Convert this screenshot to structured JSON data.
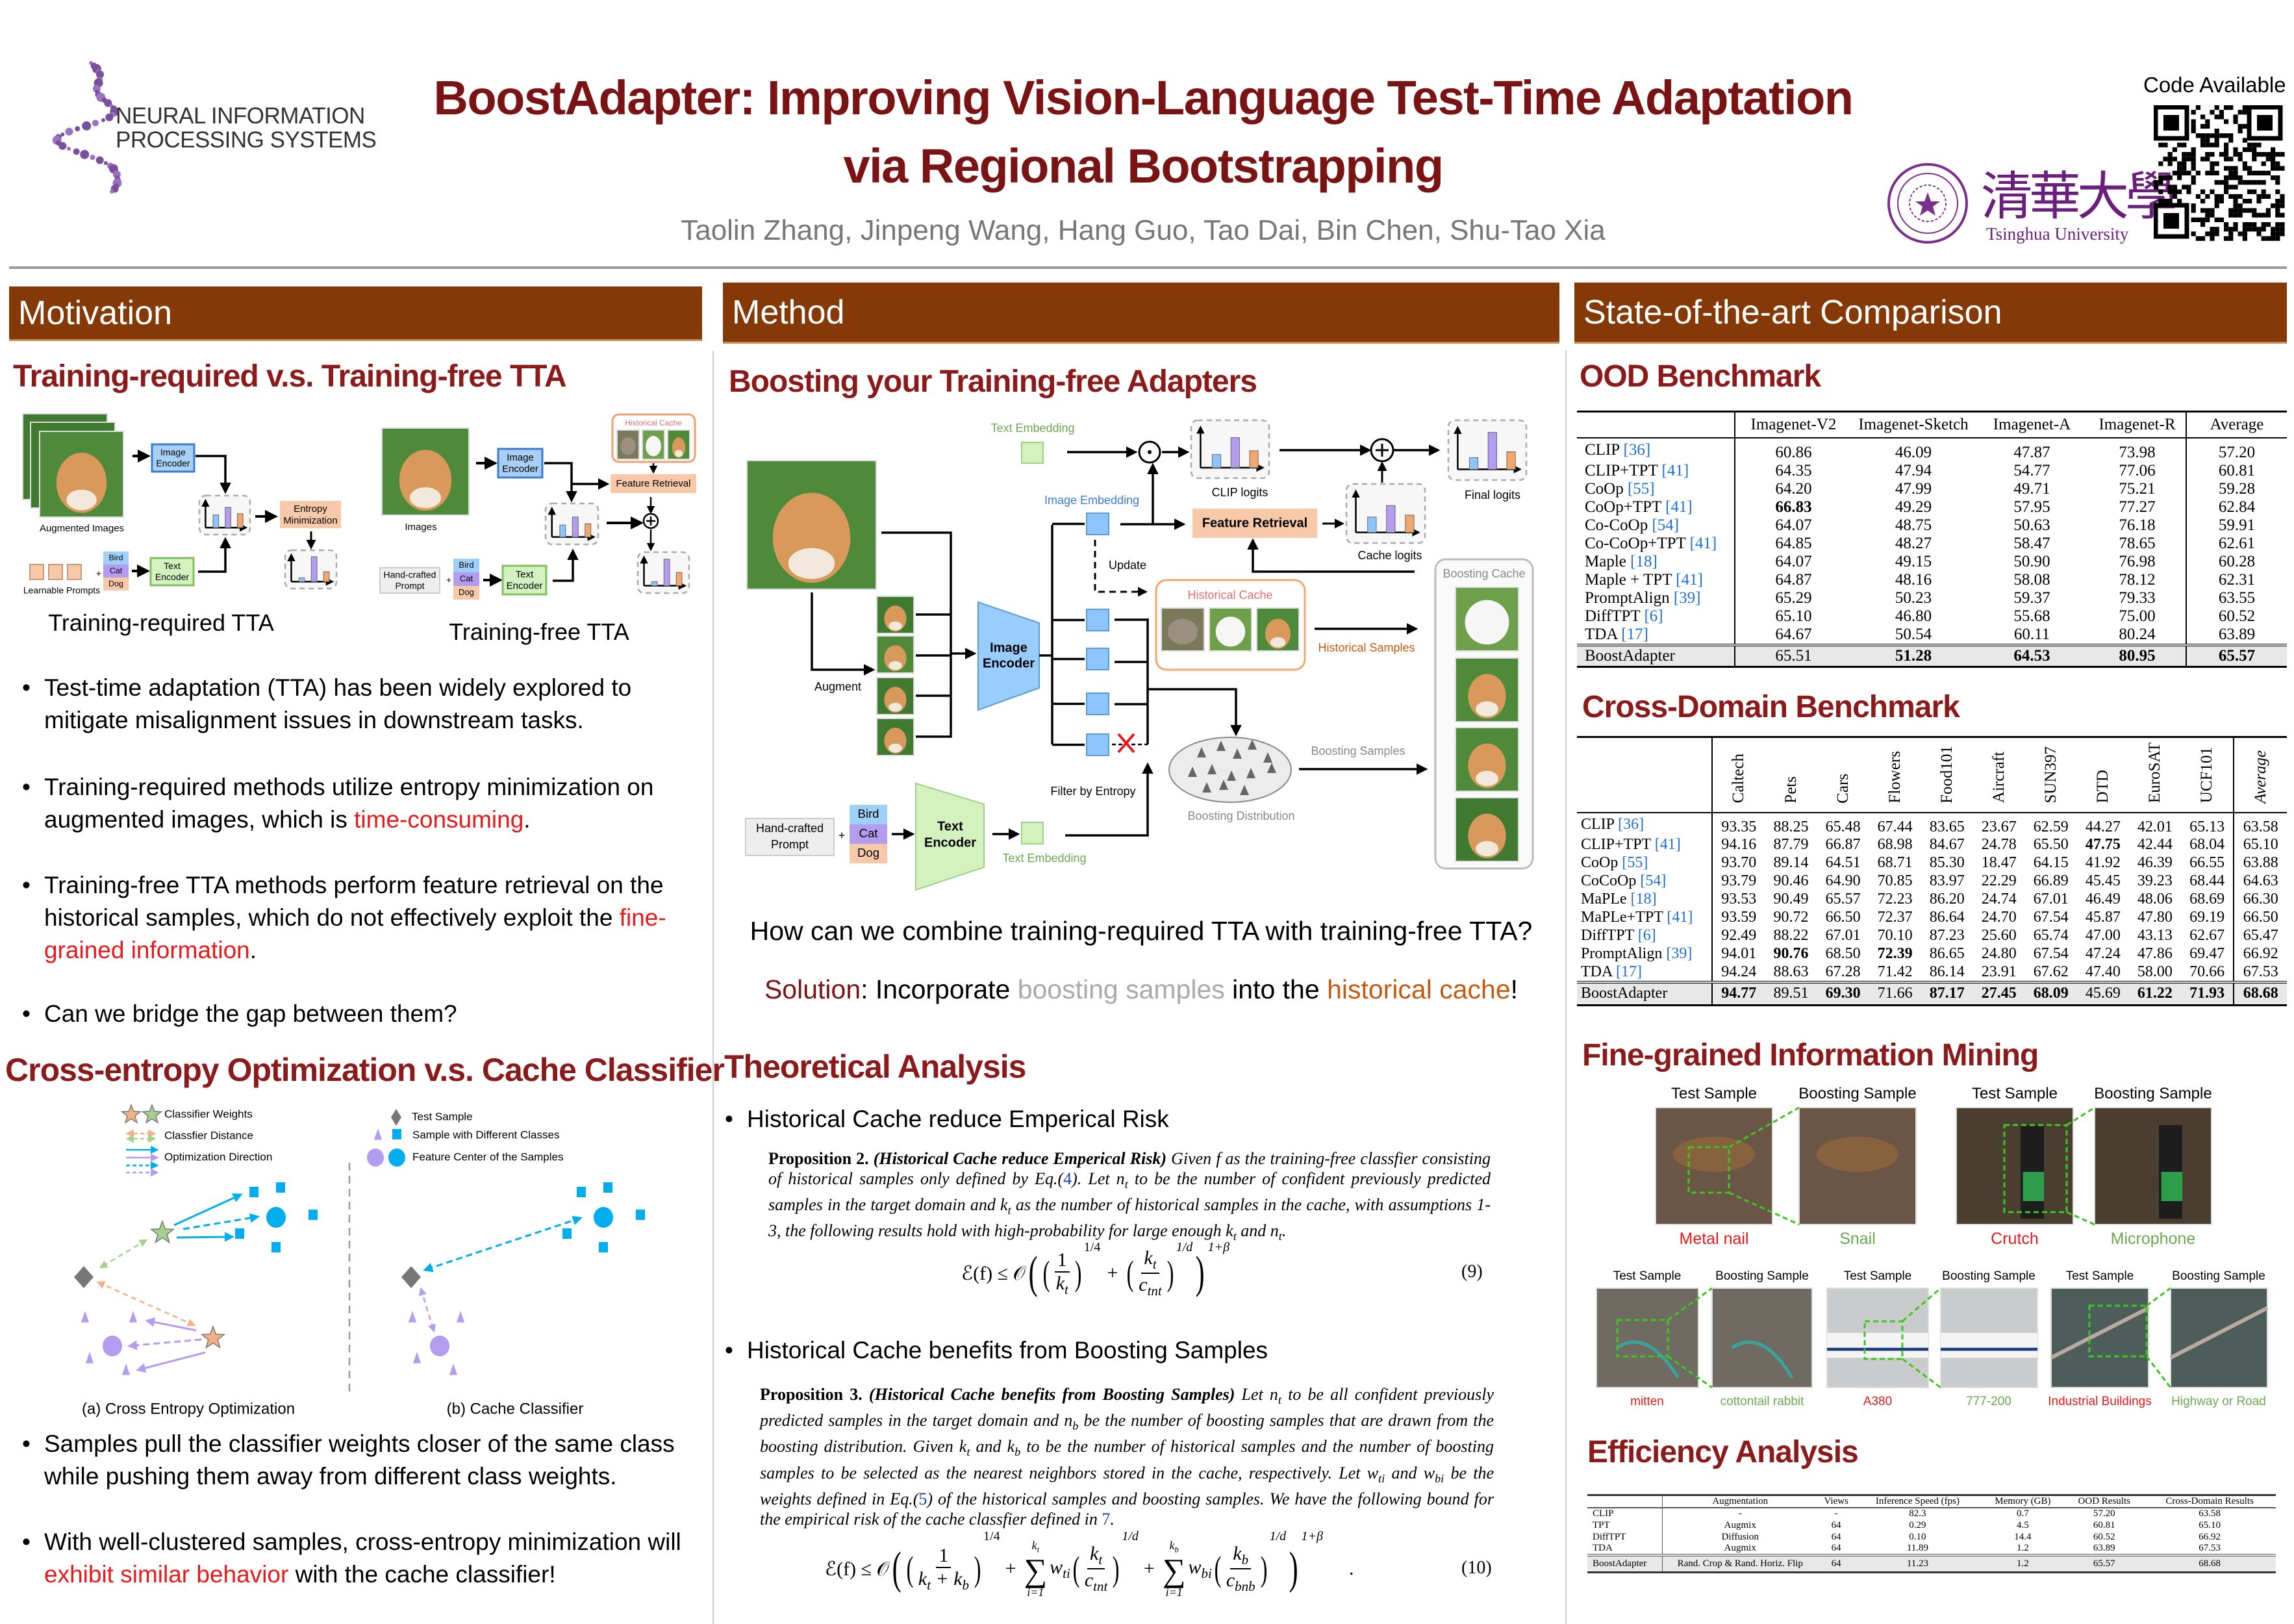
{
  "header": {
    "title_line1": "BoostAdapter: Improving Vision-Language Test-Time Adaptation",
    "title_line2": "via Regional Bootstrapping",
    "authors": "Taolin Zhang, Jinpeng Wang, Hang Guo, Tao Dai, Bin Chen, Shu-Tao Xia",
    "conference_logo": [
      "NEURAL INFORMATION",
      "PROCESSING SYSTEMS"
    ],
    "university_logo": {
      "chinese": "清華大學",
      "english": "Tsinghua University"
    },
    "code_label": "Code Available"
  },
  "colors": {
    "section_bar": "#843907",
    "subtitle": "#8b1a1a",
    "title": "#7a1414",
    "highlight_red": "#e8191b",
    "highlight_orange": "#c55a11",
    "highlight_gray": "#a9a9a9",
    "positive_green": "#6aa84f"
  },
  "motivation": {
    "header": "Motivation",
    "subtitle1": "Training-required v.s. Training-free TTA",
    "fig1": {
      "augmented_images": "Augmented Images",
      "image": "Image",
      "encoder": "Encoder",
      "text": "Text",
      "entropy": "Entropy",
      "minimization": "Minimization",
      "learnable_prompts": "Learnable Prompts",
      "plus": "+",
      "classes": [
        "Bird",
        "Cat",
        "Dog"
      ],
      "images": "Images",
      "historical_cache": "Historical Cache",
      "feature_retrieval": "Feature Retrieval",
      "hand_crafted": "Hand-crafted",
      "prompt": "Prompt",
      "caption_left": "Training-required TTA",
      "caption_right": "Training-free TTA"
    },
    "bullets1": [
      {
        "parts": [
          "Test-time adaptation (TTA) has been widely explored to mitigate misalignment issues in downstream tasks."
        ]
      },
      {
        "parts": [
          "Training-required methods utilize entropy minimization on augmented images, which is ",
          "time-consuming",
          "."
        ]
      },
      {
        "parts": [
          "Training-free TTA methods perform feature retrieval on the historical samples, which do not effectively exploit the ",
          "fine-grained information",
          "."
        ]
      },
      {
        "parts": [
          "Can we bridge the gap between them?"
        ]
      }
    ],
    "subtitle2": "Cross-entropy Optimization v.s. Cache Classifier",
    "fig2": {
      "legend_left": [
        "Classifier Weights",
        "Classfier Distance",
        "Optimization Direction"
      ],
      "legend_right": [
        "Test Sample",
        "Sample with Different Classes",
        "Feature Center of the Samples"
      ],
      "caption_a": "(a) Cross Entropy Optimization",
      "caption_b": "(b) Cache Classifier"
    },
    "bullets2": [
      {
        "parts": [
          "Samples pull the classifier weights closer of the same class while pushing them away from different class weights."
        ]
      },
      {
        "parts": [
          "With well-clustered samples, cross-entropy minimization will ",
          "exhibit similar behavior",
          " with the cache classifier!"
        ]
      }
    ]
  },
  "method": {
    "header": "Method",
    "subtitle": "Boosting your Training-free Adapters",
    "diagram": {
      "text_embedding": "Text Embedding",
      "image_embedding": "Image Embedding",
      "clip_logits": "CLIP logits",
      "final_logits": "Final logits",
      "cache_logits": "Cache logits",
      "feature_retrieval": "Feature Retrieval",
      "update": "Update",
      "historical_cache": "Historical Cache",
      "historical_samples": "Historical Samples",
      "boosting_cache": "Boosting Cache",
      "augment": "Augment",
      "image_encoder": [
        "Image",
        "Encoder"
      ],
      "text_encoder": [
        "Text",
        "Encoder"
      ],
      "filter_by_entropy": "Filter by Entropy",
      "boosting_samples": "Boosting Samples",
      "boosting_distribution": "Boosting Distribution",
      "hand_crafted": "Hand-crafted",
      "prompt": "Prompt",
      "plus": "+",
      "classes": [
        "Bird",
        "Cat",
        "Dog"
      ]
    },
    "question": "How can we combine training-required TTA with training-free TTA?",
    "solution": [
      "Solution",
      ": Incorporate ",
      "boosting samples",
      " into the ",
      "historical cache",
      "!"
    ],
    "theory": {
      "subtitle": "Theoretical Analysis",
      "bullet1": "Historical Cache reduce Emperical Risk",
      "prop2": [
        "Proposition 2.",
        "(Historical Cache reduce Emperical Risk)",
        " Given f as the training-free classfier consisting of historical samples only defined by Eq.(",
        "4",
        "). Let n_t to be the number of confident previously predicted samples in the target domain and k_t as the number of historical samples in the cache, with assumptions 1-3, the following results hold with high-probability for large enough k_t and n_t."
      ],
      "eq9": {
        "lhs": "ℰ(f) ≤ 𝒪",
        "one": "1",
        "kt": "k_t",
        "e1": "1/4",
        "plus": "+",
        "ctnt": "c_tn_t",
        "e2": "1/d",
        "e3": "1+β",
        "number": "(9)"
      },
      "bullet2": "Historical Cache benefits from Boosting Samples",
      "prop3": [
        "Proposition 3.",
        "(Historical Cache benefits from Boosting Samples)",
        " Let n_t to be all confident previously predicted samples in the target domain and n_b be the number of boosting samples that are drawn from the boosting distribution. Given k_t and k_b to be the number of historical samples and the number of boosting samples to be selected as the nearest neighbors stored in the cache, respectively. Let w_ti and w_bi be the weights defined in Eq.(",
        "5",
        ") of the historical samples and boosting samples. We have the following bound for the empirical risk of the cache classfier defined in ",
        "7",
        "."
      ],
      "eq10": {
        "lhs": "ℰ(f) ≤ 𝒪",
        "one": "1",
        "ktkb": "k_t + k_b",
        "e1": "1/4",
        "plus": "+",
        "sum_top1": "k_t",
        "sum_sym": "∑",
        "sum_bot": "i=1",
        "wti": "w_ti",
        "kt": "k_t",
        "ctnt": "c_tn_t",
        "e2": "1/d",
        "sum_top2": "k_b",
        "wbi": "w_bi",
        "kb": "k_b",
        "cbnb": "c_bn_b",
        "e3": "1/d",
        "e4": "1+β",
        "dot": ".",
        "number": "(10)"
      }
    }
  },
  "sota": {
    "header": "State-of-the-art Comparison",
    "ood": {
      "title": "OOD Benchmark",
      "columns": [
        "",
        "Imagenet-V2",
        "Imagenet-Sketch",
        "Imagenet-A",
        "Imagenet-R",
        "Average"
      ],
      "rows": [
        {
          "name": "CLIP",
          "ref": "[36]",
          "values": [
            "60.86",
            "46.09",
            "47.87",
            "73.98",
            "57.20"
          ],
          "bold": []
        },
        {
          "name": "CLIP+TPT",
          "ref": "[41]",
          "values": [
            "64.35",
            "47.94",
            "54.77",
            "77.06",
            "60.81"
          ],
          "bold": []
        },
        {
          "name": "CoOp",
          "ref": "[55]",
          "values": [
            "64.20",
            "47.99",
            "49.71",
            "75.21",
            "59.28"
          ],
          "bold": []
        },
        {
          "name": "CoOp+TPT",
          "ref": "[41]",
          "values": [
            "66.83",
            "49.29",
            "57.95",
            "77.27",
            "62.84"
          ],
          "bold": [
            0
          ]
        },
        {
          "name": "Co-CoOp",
          "ref": "[54]",
          "values": [
            "64.07",
            "48.75",
            "50.63",
            "76.18",
            "59.91"
          ],
          "bold": []
        },
        {
          "name": "Co-CoOp+TPT",
          "ref": "[41]",
          "values": [
            "64.85",
            "48.27",
            "58.47",
            "78.65",
            "62.61"
          ],
          "bold": []
        },
        {
          "name": "Maple",
          "ref": "[18]",
          "values": [
            "64.07",
            "49.15",
            "50.90",
            "76.98",
            "60.28"
          ],
          "bold": []
        },
        {
          "name": "Maple + TPT",
          "ref": "[41]",
          "values": [
            "64.87",
            "48.16",
            "58.08",
            "78.12",
            "62.31"
          ],
          "bold": []
        },
        {
          "name": "PromptAlign",
          "ref": "[39]",
          "values": [
            "65.29",
            "50.23",
            "59.37",
            "79.33",
            "63.55"
          ],
          "bold": []
        },
        {
          "name": "DiffTPT",
          "ref": "[6]",
          "values": [
            "65.10",
            "46.80",
            "55.68",
            "75.00",
            "60.52"
          ],
          "bold": []
        },
        {
          "name": "TDA",
          "ref": "[17]",
          "values": [
            "64.67",
            "50.54",
            "60.11",
            "80.24",
            "63.89"
          ],
          "bold": []
        }
      ],
      "ours": {
        "name": "BoostAdapter",
        "values": [
          "65.51",
          "51.28",
          "64.53",
          "80.95",
          "65.57"
        ],
        "bold": [
          1,
          2,
          3,
          4
        ]
      }
    },
    "cross": {
      "title": "Cross-Domain Benchmark",
      "columns": [
        "Caltech",
        "Pets",
        "Cars",
        "Flowers",
        "Food101",
        "Aircraft",
        "SUN397",
        "DTD",
        "EuroSAT",
        "UCF101",
        "Average"
      ],
      "rows": [
        {
          "name": "CLIP",
          "ref": "[36]",
          "values": [
            "93.35",
            "88.25",
            "65.48",
            "67.44",
            "83.65",
            "23.67",
            "62.59",
            "44.27",
            "42.01",
            "65.13",
            "63.58"
          ],
          "bold": []
        },
        {
          "name": "CLIP+TPT",
          "ref": "[41]",
          "values": [
            "94.16",
            "87.79",
            "66.87",
            "68.98",
            "84.67",
            "24.78",
            "65.50",
            "47.75",
            "42.44",
            "68.04",
            "65.10"
          ],
          "bold": [
            7
          ]
        },
        {
          "name": "CoOp",
          "ref": "[55]",
          "values": [
            "93.70",
            "89.14",
            "64.51",
            "68.71",
            "85.30",
            "18.47",
            "64.15",
            "41.92",
            "46.39",
            "66.55",
            "63.88"
          ],
          "bold": []
        },
        {
          "name": "CoCoOp",
          "ref": "[54]",
          "values": [
            "93.79",
            "90.46",
            "64.90",
            "70.85",
            "83.97",
            "22.29",
            "66.89",
            "45.45",
            "39.23",
            "68.44",
            "64.63"
          ],
          "bold": []
        },
        {
          "name": "MaPLe",
          "ref": "[18]",
          "values": [
            "93.53",
            "90.49",
            "65.57",
            "72.23",
            "86.20",
            "24.74",
            "67.01",
            "46.49",
            "48.06",
            "68.69",
            "66.30"
          ],
          "bold": []
        },
        {
          "name": "MaPLe+TPT",
          "ref": "[41]",
          "values": [
            "93.59",
            "90.72",
            "66.50",
            "72.37",
            "86.64",
            "24.70",
            "67.54",
            "45.87",
            "47.80",
            "69.19",
            "66.50"
          ],
          "bold": []
        },
        {
          "name": "DiffTPT",
          "ref": "[6]",
          "values": [
            "92.49",
            "88.22",
            "67.01",
            "70.10",
            "87.23",
            "25.60",
            "65.74",
            "47.00",
            "43.13",
            "62.67",
            "65.47"
          ],
          "bold": []
        },
        {
          "name": "PromptAlign",
          "ref": "[39]",
          "values": [
            "94.01",
            "90.76",
            "68.50",
            "72.39",
            "86.65",
            "24.80",
            "67.54",
            "47.24",
            "47.86",
            "69.47",
            "66.92"
          ],
          "bold": [
            1,
            3
          ]
        },
        {
          "name": "TDA",
          "ref": "[17]",
          "values": [
            "94.24",
            "88.63",
            "67.28",
            "71.42",
            "86.14",
            "23.91",
            "67.62",
            "47.40",
            "58.00",
            "70.66",
            "67.53"
          ],
          "bold": []
        }
      ],
      "ours": {
        "name": "BoostAdapter",
        "values": [
          "94.77",
          "89.51",
          "69.30",
          "71.66",
          "87.17",
          "27.45",
          "68.09",
          "45.69",
          "61.22",
          "71.93",
          "68.68"
        ],
        "bold": [
          0,
          2,
          4,
          5,
          6,
          8,
          9,
          10
        ]
      }
    },
    "finegrained": {
      "title": "Fine-grained Information Mining",
      "test_label": "Test Sample",
      "boost_label": "Boosting Sample",
      "pairs": [
        {
          "test": "Metal nail",
          "boost": "Snail"
        },
        {
          "test": "Crutch",
          "boost": "Microphone"
        },
        {
          "test": "mitten",
          "boost": "cottontail rabbit"
        },
        {
          "test": "A380",
          "boost": "777-200"
        },
        {
          "test": "Industrial Buildings",
          "boost": "Highway or Road"
        }
      ]
    },
    "efficiency": {
      "title": "Efficiency Analysis",
      "columns": [
        "",
        "Augmentation",
        "Views",
        "Inference Speed (fps)",
        "Memory (GB)",
        "OOD Results",
        "Cross-Domain Results"
      ],
      "rows": [
        [
          "CLIP",
          "-",
          "-",
          "82.3",
          "0.7",
          "57.20",
          "63.58"
        ],
        [
          "TPT",
          "Augmix",
          "64",
          "0.29",
          "4.5",
          "60.81",
          "65.10"
        ],
        [
          "DiffTPT",
          "Diffusion",
          "64",
          "0.10",
          "14.4",
          "60.52",
          "66.92"
        ],
        [
          "TDA",
          "Augmix",
          "64",
          "11.89",
          "1.2",
          "63.89",
          "67.53"
        ]
      ],
      "ours": [
        "BoostAdapter",
        "Rand. Crop & Rand. Horiz. Flip",
        "64",
        "11.23",
        "1.2",
        "65.57",
        "68.68"
      ]
    }
  }
}
